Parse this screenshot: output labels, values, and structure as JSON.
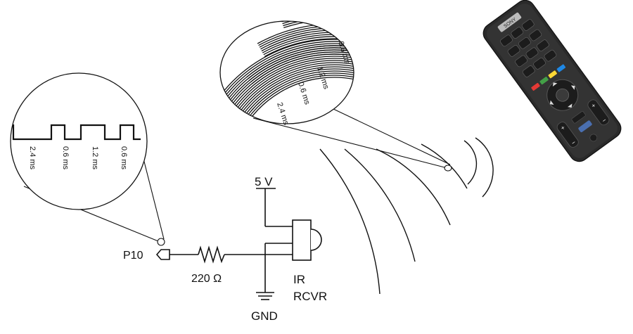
{
  "labels": {
    "supply": "5 V",
    "ground": "GND",
    "pin": "P10",
    "resistor": "220 Ω",
    "receiver_line1": "IR",
    "receiver_line2": "RCVR"
  },
  "waveform_lens": {
    "durations": [
      "2.4 ms",
      "0.6 ms",
      "1.2 ms",
      "0.6 ms"
    ]
  },
  "beam_lens": {
    "durations": [
      "2.4 ms",
      "0.6 ms",
      "1.2 ms",
      "0.6 ms"
    ]
  },
  "remote": {
    "brand": "SONY",
    "button_colors": {
      "red": "#e53935",
      "green": "#43a047",
      "yellow": "#fdd835",
      "blue": "#1e88e5"
    }
  }
}
